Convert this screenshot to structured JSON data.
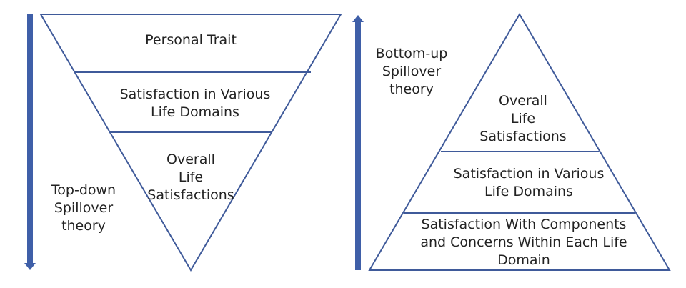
{
  "left_diagram": {
    "arrow_label": [
      "Top-down",
      "Spillover",
      "theory"
    ],
    "layers": [
      {
        "lines": [
          "Personal Trait"
        ]
      },
      {
        "lines": [
          "Satisfaction in Various",
          "Life Domains"
        ]
      },
      {
        "lines": [
          "Overall",
          "Life",
          "Satisfactions"
        ]
      }
    ]
  },
  "right_diagram": {
    "arrow_label": [
      "Bottom-up",
      "Spillover",
      "theory"
    ],
    "layers": [
      {
        "lines": [
          "Overall",
          "Life",
          "Satisfactions"
        ]
      },
      {
        "lines": [
          "Satisfaction in Various",
          "Life Domains"
        ]
      },
      {
        "lines": [
          "Satisfaction With Components",
          "and Concerns Within Each Life",
          "Domain"
        ]
      }
    ]
  },
  "colors": {
    "outline": "#3f5a9a",
    "arrow": "#3f5fa8",
    "text": "#222222"
  }
}
